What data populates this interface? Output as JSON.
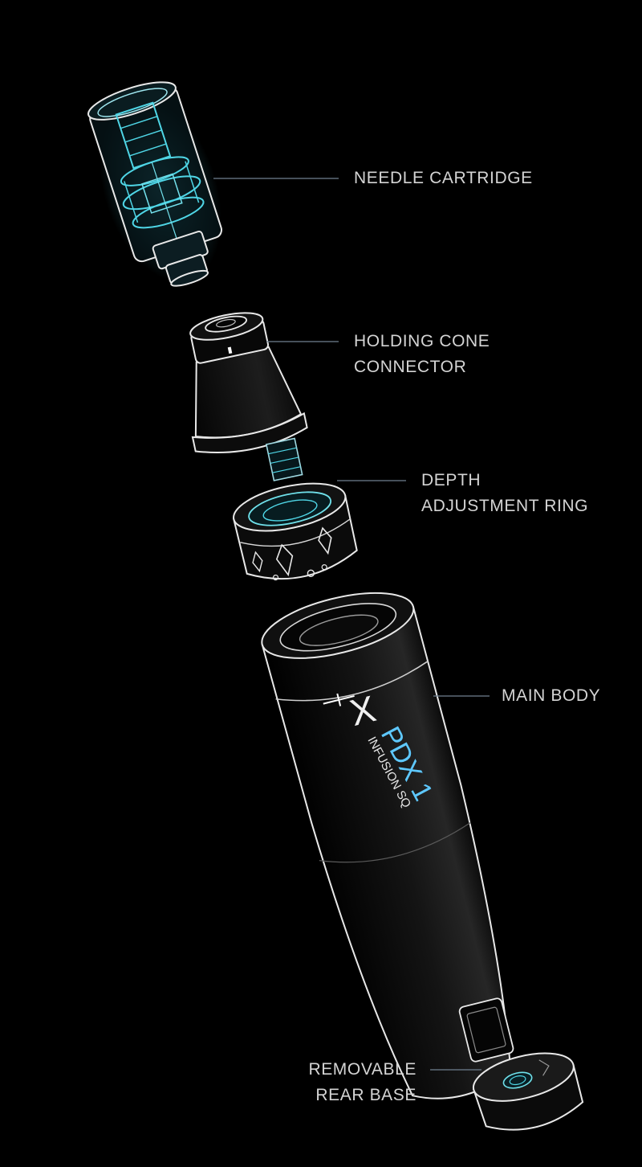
{
  "colors": {
    "background": "#000000",
    "outline": "#e8e8e8",
    "leader_line": "#6f8090",
    "cartridge_glow": "#4fd6e6",
    "brand_text": "#5ec8ff",
    "label_text": "#d4d4d4"
  },
  "labels": {
    "needle_cartridge": "NEEDLE CARTRIDGE",
    "holding_cone_line1": "HOLDING CONE",
    "holding_cone_line2": "CONNECTOR",
    "depth_ring_line1": "DEPTH",
    "depth_ring_line2": "ADJUSTMENT RING",
    "main_body": "MAIN BODY",
    "rear_base_line1": "REMOVABLE",
    "rear_base_line2": "REAR BASE"
  },
  "branding": {
    "logo_mark": "X",
    "model": "PDX 1",
    "subtitle": "INFUSION SQ"
  }
}
